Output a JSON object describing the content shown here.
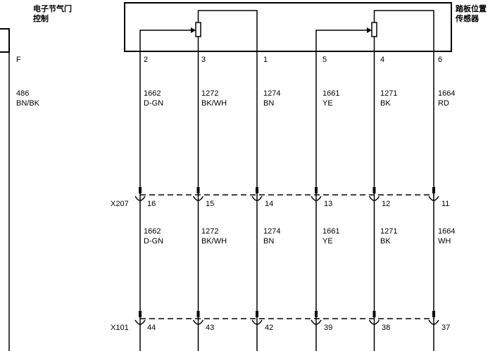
{
  "components": {
    "throttle": {
      "title_line1": "电子节气门",
      "title_line2": "控制",
      "pin": "F"
    },
    "pedal": {
      "title_line1": "踏板位置",
      "title_line2": "传感器"
    }
  },
  "throttle_wire": {
    "circuit": "486",
    "color": "BN/BK"
  },
  "connectors": [
    {
      "name": "X207"
    },
    {
      "name": "X101"
    }
  ],
  "wires": [
    {
      "pin": "2",
      "upper": {
        "circuit": "1662",
        "color": "D-GN"
      },
      "x207_pin": "16",
      "lower": {
        "circuit": "1662",
        "color": "D-GN"
      },
      "x101_pin": "44"
    },
    {
      "pin": "3",
      "upper": {
        "circuit": "1272",
        "color": "BK/WH"
      },
      "x207_pin": "15",
      "lower": {
        "circuit": "1272",
        "color": "BK/WH"
      },
      "x101_pin": "43"
    },
    {
      "pin": "1",
      "upper": {
        "circuit": "1274",
        "color": "BN"
      },
      "x207_pin": "14",
      "lower": {
        "circuit": "1274",
        "color": "BN"
      },
      "x101_pin": "42"
    },
    {
      "pin": "5",
      "upper": {
        "circuit": "1661",
        "color": "YE"
      },
      "x207_pin": "13",
      "lower": {
        "circuit": "1661",
        "color": "YE"
      },
      "x101_pin": "39"
    },
    {
      "pin": "4",
      "upper": {
        "circuit": "1271",
        "color": "BK"
      },
      "x207_pin": "12",
      "lower": {
        "circuit": "1271",
        "color": "BK"
      },
      "x101_pin": "38"
    },
    {
      "pin": "6",
      "upper": {
        "circuit": "1664",
        "color": "RD"
      },
      "x207_pin": "11",
      "lower": {
        "circuit": "1664",
        "color": "WH"
      },
      "x101_pin": "37"
    }
  ]
}
